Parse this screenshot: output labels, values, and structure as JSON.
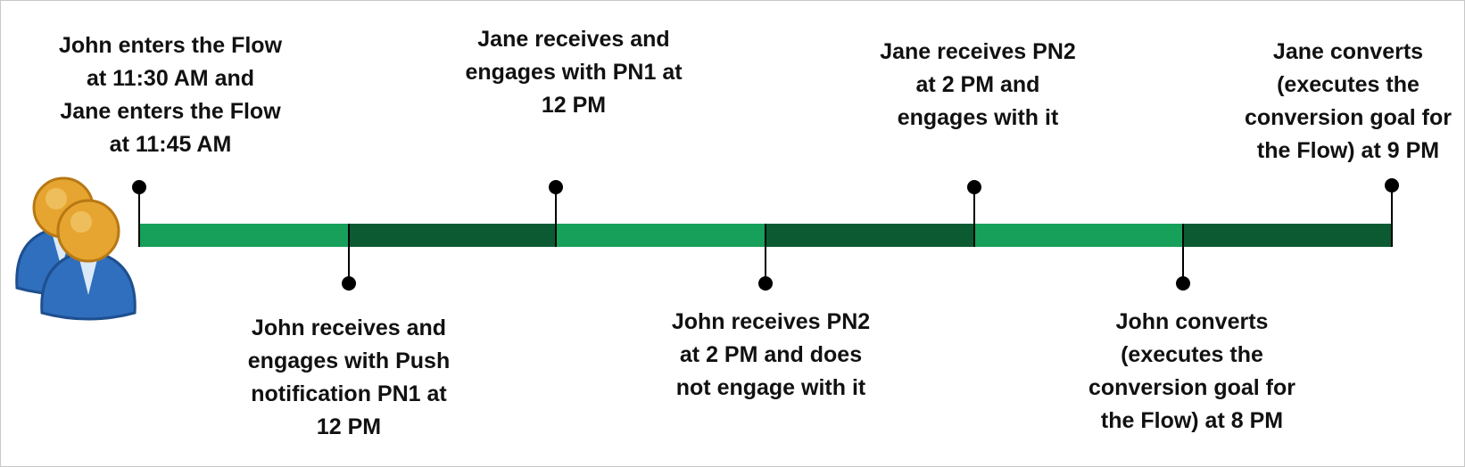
{
  "colors": {
    "segment_light": "#16a05a",
    "segment_dark": "#0c5a32",
    "marker": "#000000",
    "text": "#111111",
    "avatar_head": "#e6a530",
    "avatar_body": "#2f6fbd"
  },
  "icons": {
    "users": "users-icon"
  },
  "events_above": [
    {
      "id": "john-jane-enter",
      "text": "John enters the Flow\nat 11:30 AM and\nJane enters the Flow\nat 11:45 AM"
    },
    {
      "id": "jane-pn1",
      "text": "Jane receives and\nengages with PN1 at\n12 PM"
    },
    {
      "id": "jane-pn2",
      "text": "Jane receives PN2\nat 2 PM and\nengages with it"
    },
    {
      "id": "jane-converts",
      "text": "Jane converts\n(executes the\nconversion goal for\nthe Flow) at 9 PM"
    }
  ],
  "events_below": [
    {
      "id": "john-pn1",
      "text": "John receives and\nengages with Push\nnotification PN1 at\n12 PM"
    },
    {
      "id": "john-pn2",
      "text": "John receives PN2\nat 2 PM and does\nnot engage with it"
    },
    {
      "id": "john-converts",
      "text": "John converts\n(executes the\nconversion goal for\nthe Flow) at 8 PM"
    }
  ]
}
